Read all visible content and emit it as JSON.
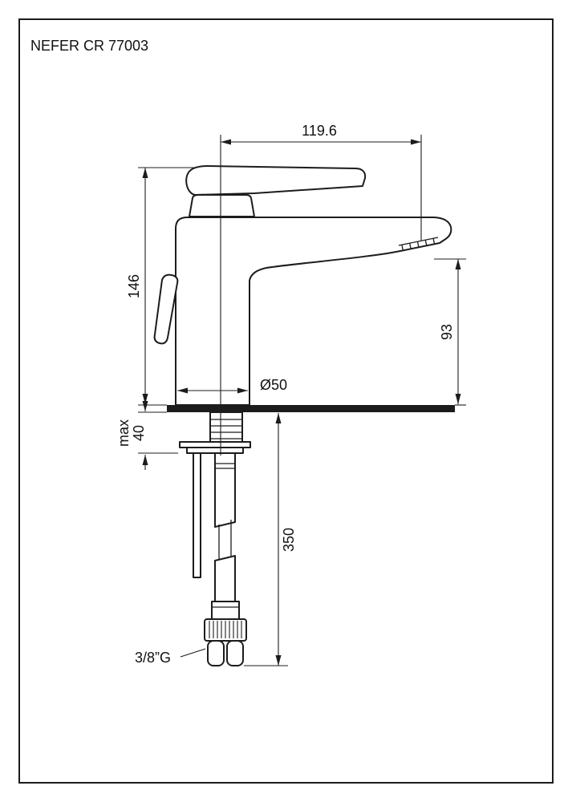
{
  "header": {
    "product_code": "NEFER CR 77003"
  },
  "drawing": {
    "type": "faucet-dimensional-drawing",
    "dimensions": {
      "spout_reach": "119.6",
      "total_height": "146",
      "outlet_height": "93",
      "base_diameter": "Ø50",
      "deck_max_label": "max",
      "deck_max_value": "40",
      "supply_length": "350",
      "connection_thread": "3/8”G"
    },
    "colors": {
      "line": "#1c1c1c",
      "text": "#111111",
      "background": "#ffffff"
    }
  }
}
